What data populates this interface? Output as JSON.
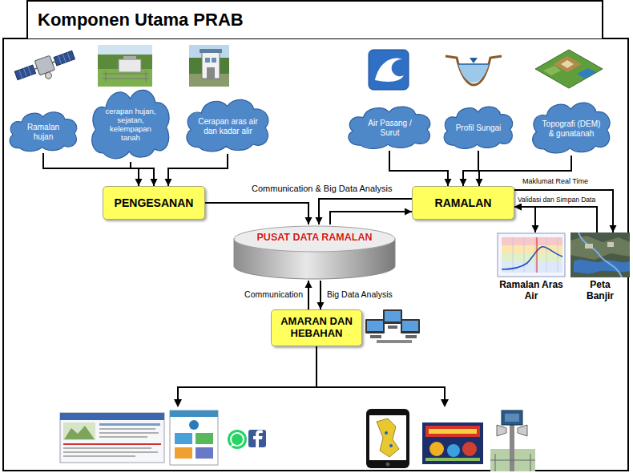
{
  "diagram": {
    "title": "Komponen Utama PRAB",
    "nodes": [
      {
        "text": [
          "Ramalan hujan"
        ]
      },
      {
        "text": [
          "cerapan hujan, sejatan, kelempapan tanah"
        ]
      },
      {
        "text": [
          "Cerapan aras air dan kadar alir"
        ]
      },
      {
        "text": [
          "Air Pasang / Surut"
        ]
      },
      {
        "text": [
          "Profil Sungai"
        ]
      },
      {
        "text": [
          "Topografi (DEM) & gunatanah"
        ]
      },
      {
        "text": [
          "PENGESANAN"
        ]
      },
      {
        "text": [
          "RAMALAN"
        ]
      },
      {
        "text": [
          "PUSAT DATA RAMALAN"
        ]
      },
      {
        "text": [
          "Ramalan Aras Air"
        ]
      },
      {
        "text": [
          "Peta Banjir"
        ]
      },
      {
        "text": [
          "AMARAN DAN HEBAHAN"
        ]
      }
    ],
    "edges": [
      {
        "from": 0,
        "to": 6,
        "arrow": "to"
      },
      {
        "from": 1,
        "to": 6,
        "arrow": "to"
      },
      {
        "from": 2,
        "to": 6,
        "arrow": "to"
      },
      {
        "from": 3,
        "to": 7,
        "arrow": "to"
      },
      {
        "from": 4,
        "to": 7,
        "arrow": "to"
      },
      {
        "from": 5,
        "to": 7,
        "arrow": "to"
      },
      {
        "from": 6,
        "to": 8,
        "label": "Communication & Big Data Analysis",
        "arrow": "to"
      },
      {
        "from": 7,
        "to": 8,
        "arrow": "to"
      },
      {
        "from": 8,
        "to": 7,
        "arrow": "to"
      },
      {
        "from": 11,
        "to": 8,
        "label": "Communication",
        "arrow": "to"
      },
      {
        "from": 8,
        "to": 11,
        "label": "Big Data Analysis",
        "arrow": "to"
      },
      {
        "from": 7,
        "to": 9,
        "arrow": "both"
      },
      {
        "from": 7,
        "to": 10,
        "label": "Maklumat Real Time",
        "arrow": "to"
      },
      {
        "from": 10,
        "to": 7,
        "label": "Validasi dan Simpan Data",
        "arrow": "to"
      }
    ]
  }
}
